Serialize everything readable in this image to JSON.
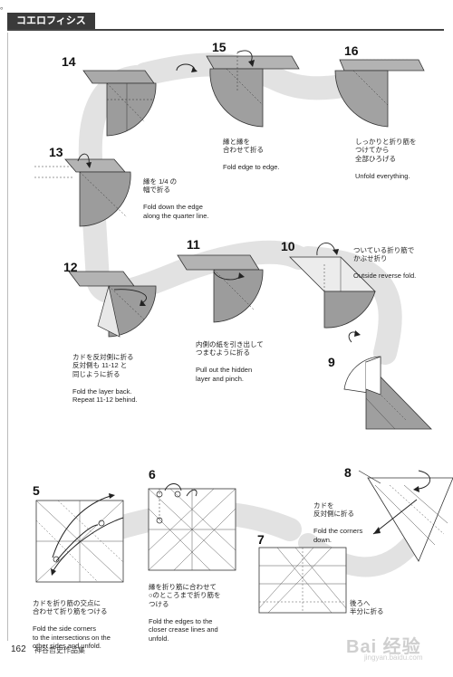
{
  "corner_mark": "。",
  "header": {
    "title": "コエロフィシス"
  },
  "steps": {
    "s14": {
      "num": "14"
    },
    "s15": {
      "num": "15",
      "ja": "縁と縁を\n合わせて折る",
      "en": "Fold edge to edge."
    },
    "s16": {
      "num": "16",
      "ja": "しっかりと折り筋を\nつけてから\n全部ひろげる",
      "en": "Unfold everything."
    },
    "s13": {
      "num": "13",
      "ja": "縁を 1/4 の\n幅で折る",
      "en": "Fold down the edge\nalong the quarter line."
    },
    "s12": {
      "num": "12",
      "ja": "カドを反対側に折る\n反対側も 11-12 と\n同じように折る",
      "en": "Fold the layer back.\nRepeat 11-12 behind."
    },
    "s11": {
      "num": "11",
      "ja": "内側の紙を引き出して\nつまむように折る",
      "en": "Pull out the hidden\nlayer and pinch."
    },
    "s10": {
      "num": "10",
      "ja": "ついている折り筋で\nかぶせ折り",
      "en": "Outside reverse fold."
    },
    "s9": {
      "num": "9"
    },
    "s8": {
      "num": "8",
      "ja": "カドを\n反対側に折る",
      "en": "Fold the corners\ndown."
    },
    "s7": {
      "num": "7",
      "ja": "後ろへ\n半分に折る"
    },
    "s6": {
      "num": "6",
      "ja": "縁を折り筋に合わせて\n○のところまで折り筋を\nつける",
      "en": "Fold the edges to the\ncloser crease lines and\nunfold."
    },
    "s5": {
      "num": "5",
      "ja": "カドを折り筋の交点に\n合わせて折り筋をつける",
      "en": "Fold the side corners\nto the intersections on the\nother sides and unfold."
    }
  },
  "footer": {
    "page_number": "162",
    "book_title": "神谷哲史作品集"
  },
  "watermark": {
    "main": "Bai 经验",
    "sub": "jingyan.baidu.com"
  }
}
